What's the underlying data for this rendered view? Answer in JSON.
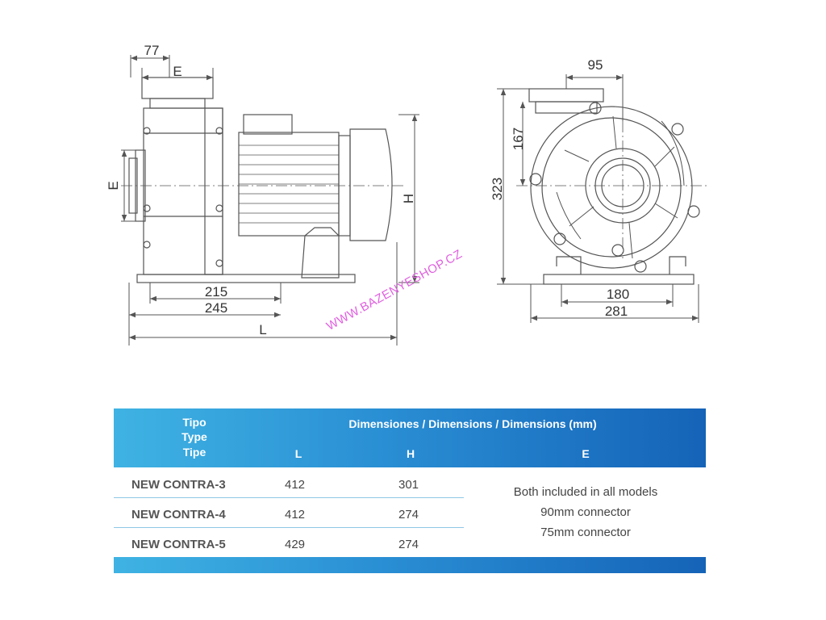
{
  "drawing": {
    "side_view": {
      "dim_77": "77",
      "dim_e_top": "E",
      "dim_e_left": "E",
      "dim_h": "H",
      "dim_215": "215",
      "dim_245": "245",
      "dim_l": "L"
    },
    "front_view": {
      "dim_95": "95",
      "dim_167": "167",
      "dim_323": "323",
      "dim_180": "180",
      "dim_281": "281"
    },
    "watermark": "WWW.BAZENYESHOP.CZ"
  },
  "table": {
    "header": {
      "type_labels": [
        "Tipo",
        "Type",
        "Tipe"
      ],
      "dims_title": "Dimensiones / Dimensions / Dimensions (mm)",
      "col_l": "L",
      "col_h": "H",
      "col_e": "E"
    },
    "rows": [
      {
        "model": "NEW CONTRA-3",
        "l": "412",
        "h": "301"
      },
      {
        "model": "NEW CONTRA-4",
        "l": "412",
        "h": "274"
      },
      {
        "model": "NEW CONTRA-5",
        "l": "429",
        "h": "274"
      }
    ],
    "e_note": [
      "Both included in all models",
      "90mm connector",
      "75mm connector"
    ]
  },
  "colors": {
    "line": "#555555",
    "header_start": "#3fb3e3",
    "header_end": "#1563b8",
    "watermark": "#e060e0"
  }
}
